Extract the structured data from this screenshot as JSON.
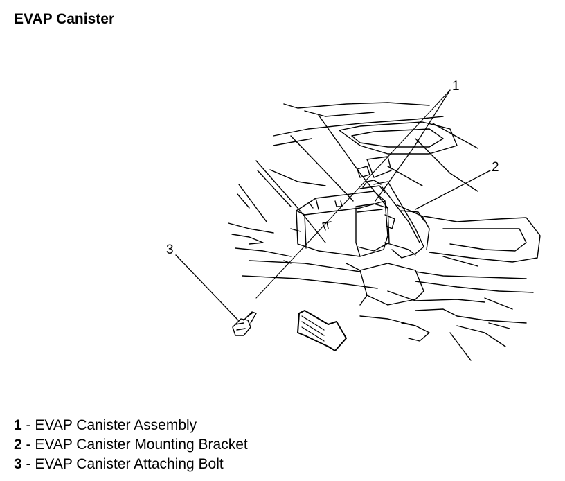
{
  "title": "EVAP Canister",
  "callouts": [
    "1",
    "2",
    "3"
  ],
  "legend": [
    {
      "number": "1",
      "separator": " - ",
      "text": "EVAP Canister Assembly"
    },
    {
      "number": "2",
      "separator": " - ",
      "text": "EVAP Canister Mounting Bracket"
    },
    {
      "number": "3",
      "separator": " - ",
      "text": "EVAP Canister Attaching Bolt"
    }
  ],
  "colors": {
    "ink": "#000000",
    "background": "#ffffff"
  }
}
